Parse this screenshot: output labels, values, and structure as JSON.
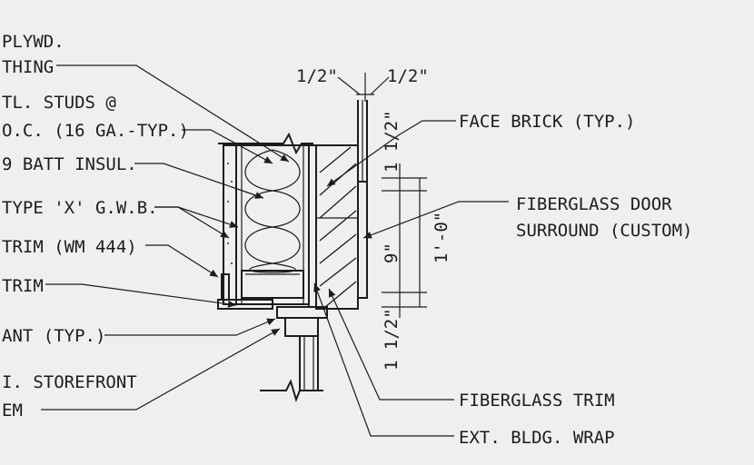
{
  "labels": {
    "plywood_line1": "PLYWD.",
    "plywood_line2": "THING",
    "studs_line1": "TL. STUDS @",
    "studs_line2": "O.C. (16 GA.-TYP.)",
    "batt": "9 BATT INSUL.",
    "gwb": "TYPE 'X' G.W.B.",
    "trim_wm": "TRIM (WM 444)",
    "trim": "TRIM",
    "sealant": "ANT (TYP.)",
    "storefront_line1": "I. STOREFRONT",
    "storefront_line2": "EM",
    "face_brick": "FACE BRICK (TYP.)",
    "door_surround_line1": "FIBERGLASS DOOR",
    "door_surround_line2": "SURROUND (CUSTOM)",
    "fiberglass_trim": "FIBERGLASS TRIM",
    "bldg_wrap": "EXT. BLDG. WRAP"
  },
  "dimensions": {
    "half_left": "1/2\"",
    "half_right": "1/2\"",
    "top_one_half": "1 1/2\"",
    "nine": "9\"",
    "one_foot": "1'-0\"",
    "bottom_one_half": "1 1/2\""
  }
}
